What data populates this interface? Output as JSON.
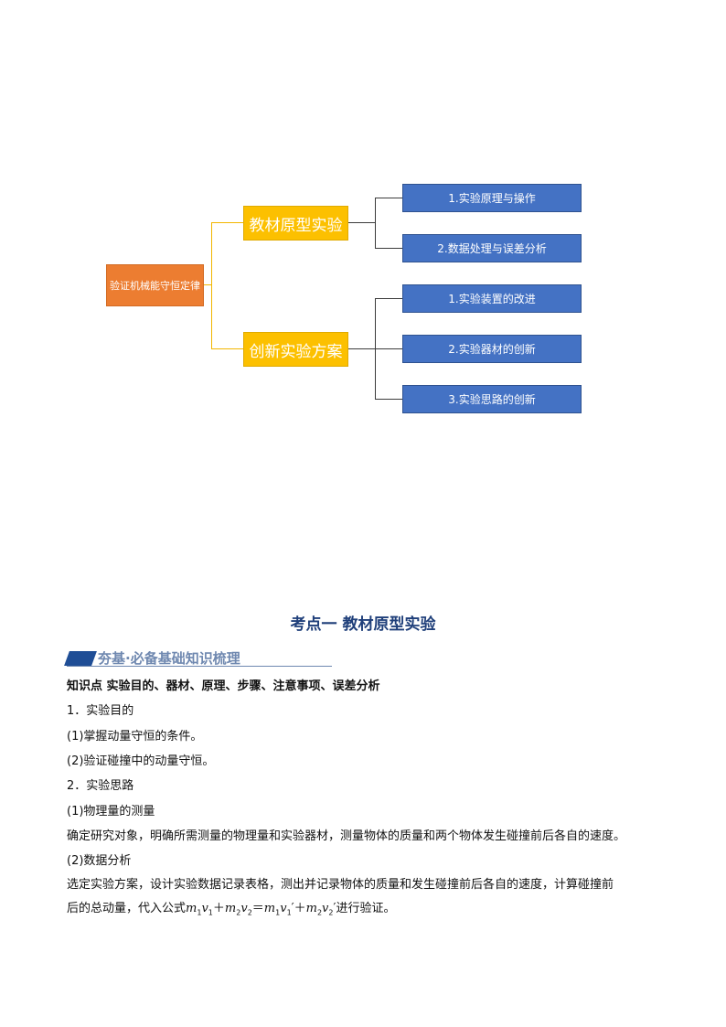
{
  "mindmap": {
    "root": "验证机械能守恒定律",
    "branches": [
      {
        "label": "教材原型实验",
        "leaves": [
          "1.实验原理与操作",
          "2.数据处理与误差分析"
        ]
      },
      {
        "label": "创新实验方案",
        "leaves": [
          "1.实验装置的改进",
          "2.实验器材的创新",
          "3.实验思路的创新"
        ]
      }
    ]
  },
  "heading": "考点一  教材原型实验",
  "section_title": "夯基·必备基础知识梳理",
  "knowledge_point": "知识点    实验目的、器材、原理、步骤、注意事项、误差分析",
  "lines": {
    "l1": "1．实验目的",
    "l2": "(1)掌握动量守恒的条件。",
    "l3": "(2)验证碰撞中的动量守恒。",
    "l4": "2．实验思路",
    "l5": "(1)物理量的测量",
    "l6": "确定研究对象，明确所需测量的物理量和实验器材，测量物体的质量和两个物体发生碰撞前后各自的速度。",
    "l7": "(2)数据分析",
    "l8a": "选定实验方案，设计实验数据记录表格，测出并记录物体的质量和发生碰撞前后各自的速度，计算碰撞前",
    "l8b": "后的总动量，代入公式",
    "l8c": "进行验证。"
  }
}
